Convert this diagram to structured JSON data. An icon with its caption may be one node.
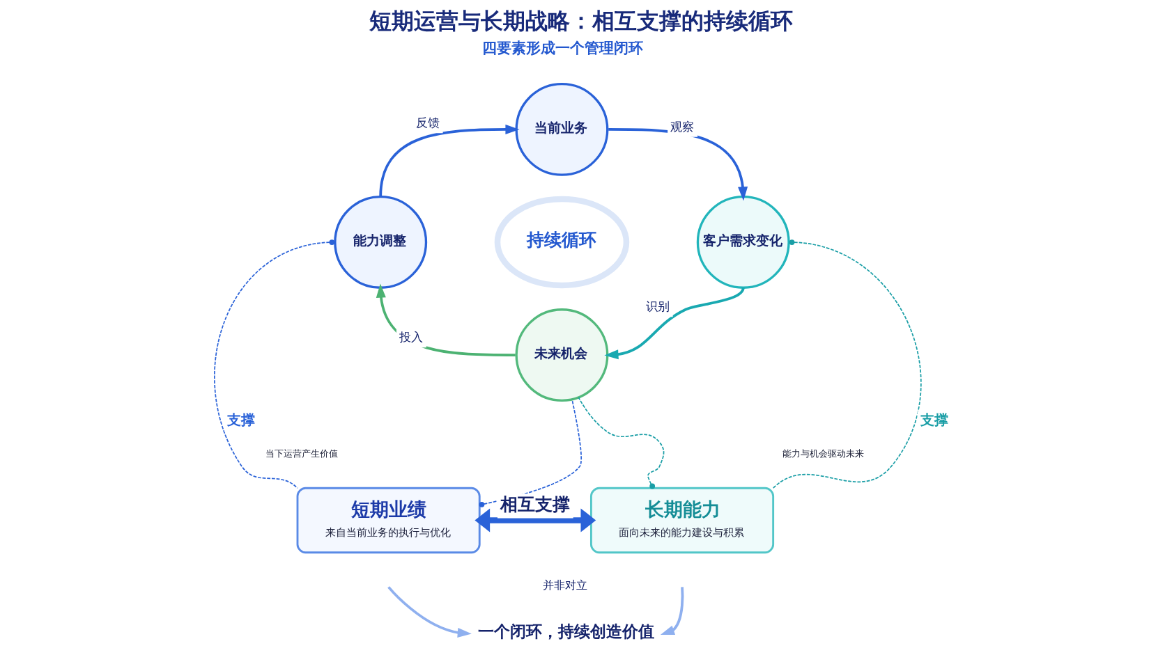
{
  "diagram": {
    "title": "短期运营与长期战略：相互支撑的持续循环",
    "nodes": [
      {
        "text": [
          "当前业务"
        ]
      },
      {
        "text": [
          "客户需求变化"
        ]
      },
      {
        "text": [
          "未来机会"
        ]
      },
      {
        "text": [
          "能力调整"
        ]
      },
      {
        "text": [
          "持续循环"
        ]
      },
      {
        "text": [
          "短期业绩",
          "来自当前业务的执行与优化"
        ]
      },
      {
        "text": [
          "长期能力",
          "面向未来的能力建设与积累"
        ]
      },
      {
        "text": [
          "一个闭环，持续创造价值"
        ]
      }
    ],
    "edges": [
      {
        "from": 0,
        "to": 1,
        "arrow": "to",
        "label": "观察",
        "color": "#2a62d8"
      },
      {
        "from": 1,
        "to": 2,
        "arrow": "to",
        "label": "识别",
        "color": "#19a9b1"
      },
      {
        "from": 2,
        "to": 3,
        "arrow": "to",
        "label": "投入",
        "color": "#4cb272"
      },
      {
        "from": 3,
        "to": 0,
        "arrow": "to",
        "label": "反馈",
        "color": "#2a62d8"
      },
      {
        "from": 3,
        "to": 5,
        "arrow": "other",
        "label": "支撑",
        "style": "dashed",
        "color": "#2a62d8"
      },
      {
        "from": 1,
        "to": 6,
        "arrow": "other",
        "label": "支撑",
        "style": "dashed",
        "color": "#1a9ea6"
      },
      {
        "from": 5,
        "to": 2,
        "arrow": "other",
        "style": "dashed",
        "color": "#2a62d8"
      },
      {
        "from": 6,
        "to": 2,
        "arrow": "other",
        "style": "dashed",
        "color": "#1a9ea6"
      },
      {
        "from": 5,
        "to": 6,
        "arrow": "both",
        "label": "相互支撑",
        "style": "thick",
        "color": "#2a62d8"
      },
      {
        "from": null,
        "to": 7,
        "arrow": "to",
        "color": "#8fb0ef"
      },
      {
        "from": null,
        "to": 7,
        "arrow": "to",
        "color": "#8fb0ef"
      }
    ],
    "labels": [
      "四要素形成一个管理闭环",
      "当下运营产生价值",
      "能力与机会驱动未来",
      "并非对立"
    ]
  }
}
